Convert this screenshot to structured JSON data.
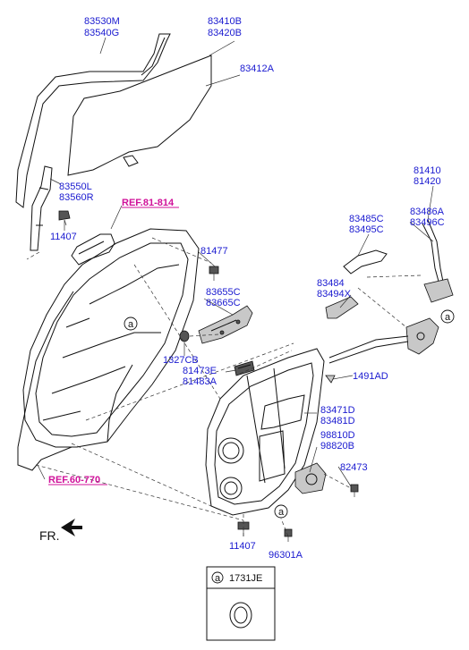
{
  "labels": {
    "p83530m": "83530M",
    "p83540g": "83540G",
    "p83410b": "83410B",
    "p83420b": "83420B",
    "p83412a": "83412A",
    "p83550l": "83550L",
    "p83560r": "83560R",
    "p11407a": "11407",
    "p81477": "81477",
    "p83655c": "83655C",
    "p83665c": "83665C",
    "p1327cb": "1327CB",
    "p81473e": "81473E",
    "p81483a": "81483A",
    "p81410": "81410",
    "p81420": "81420",
    "p83486a": "83486A",
    "p83496c": "83496C",
    "p83485c": "83485C",
    "p83495c": "83495C",
    "p83484": "83484",
    "p83494x": "83494X",
    "p1491ad": "1491AD",
    "p83471d": "83471D",
    "p83481d": "83481D",
    "p98810d": "98810D",
    "p98820b": "98820B",
    "p82473": "82473",
    "p11407b": "11407",
    "p96301a": "96301A"
  },
  "refs": {
    "ref_81_814": "REF.81-814",
    "ref_60_770": "REF.60-770"
  },
  "direction": {
    "front": "FR."
  },
  "callout": {
    "letter": "a"
  },
  "inset": {
    "letter": "a",
    "part": "1731JE"
  },
  "colors": {
    "part_label": "#1a1ad0",
    "reference_label": "#d0129a"
  }
}
